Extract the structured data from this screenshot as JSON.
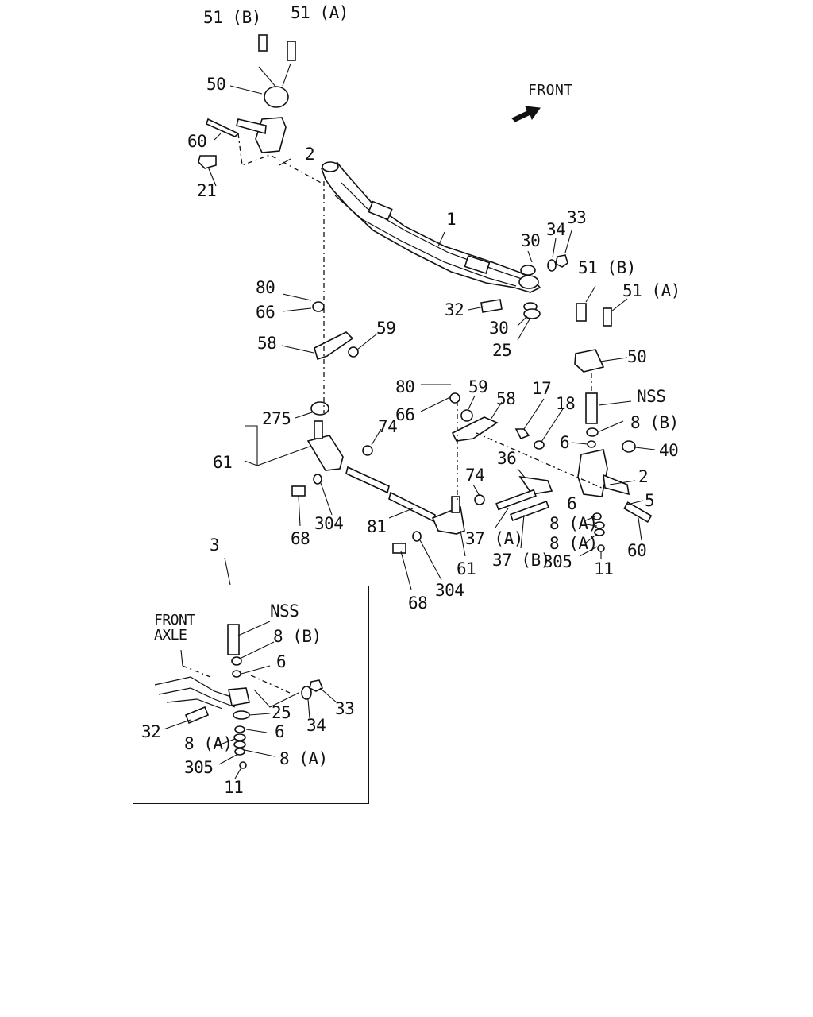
{
  "diagram": {
    "front_arrow_label": "FRONT",
    "inset": {
      "number": "3",
      "axle_label_line1": "FRONT",
      "axle_label_line2": "AXLE",
      "labels": [
        "NSS",
        "8 (B)",
        "6",
        "25",
        "34",
        "33",
        "32",
        "6",
        "8 (A)",
        "8 (A)",
        "305",
        "11"
      ]
    },
    "labels": [
      "51 (B)",
      "51 (A)",
      "50",
      "60",
      "2",
      "21",
      "1",
      "30",
      "34",
      "33",
      "80",
      "66",
      "32",
      "30",
      "25",
      "51 (B)",
      "51 (A)",
      "58",
      "59",
      "50",
      "80",
      "59",
      "58",
      "17",
      "NSS",
      "18",
      "66",
      "8 (B)",
      "6",
      "40",
      "275",
      "74",
      "36",
      "2",
      "61",
      "74",
      "5",
      "68",
      "304",
      "81",
      "37 (A)",
      "6",
      "8 (A)",
      "8 (A)",
      "60",
      "37 (B)",
      "305",
      "11",
      "61",
      "304",
      "68"
    ]
  }
}
